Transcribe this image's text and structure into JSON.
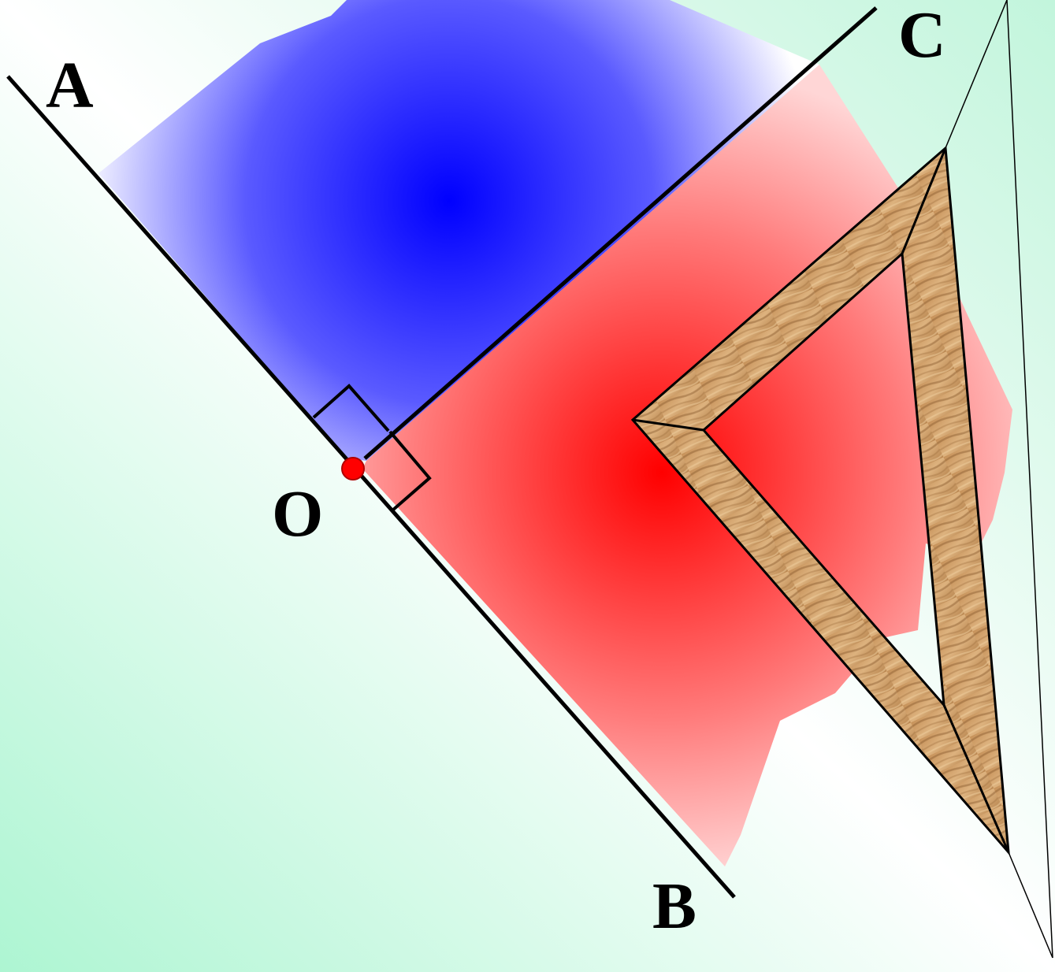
{
  "labels": {
    "a": "A",
    "b": "B",
    "c": "C",
    "o": "O"
  },
  "colors": {
    "background_light": "#ffffff",
    "background_mint": "#adf5d2",
    "blue_region": "#0000ff",
    "red_region": "#ff0000",
    "lines": "#000000",
    "point_o": "#ff0000",
    "triangle_wood": "#c89a63"
  }
}
